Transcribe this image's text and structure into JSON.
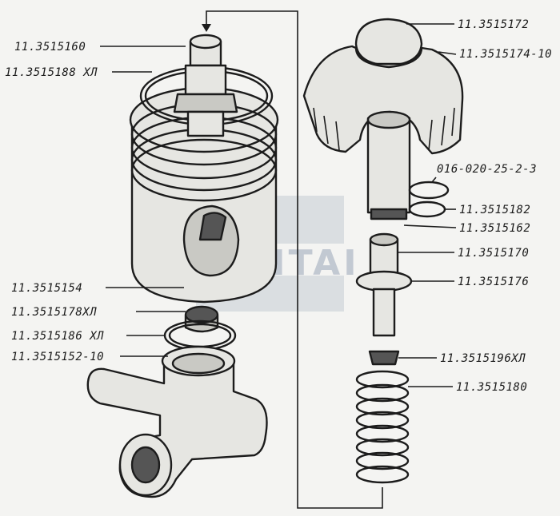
{
  "diagram": {
    "labels": [
      {
        "id": "p160",
        "text": "11.3515160"
      },
      {
        "id": "p188",
        "text": "11.3515188 ХЛ"
      },
      {
        "id": "p154",
        "text": "11.3515154"
      },
      {
        "id": "p178",
        "text": "11.3515178ХЛ"
      },
      {
        "id": "p186",
        "text": "11.3515186 ХЛ"
      },
      {
        "id": "p152",
        "text": "11.3515152-10"
      },
      {
        "id": "p172",
        "text": "11.3515172"
      },
      {
        "id": "p174",
        "text": "11.3515174-10"
      },
      {
        "id": "p016",
        "text": "016-020-25-2-3"
      },
      {
        "id": "p182",
        "text": "11.3515182"
      },
      {
        "id": "p162",
        "text": "11.3515162"
      },
      {
        "id": "p170",
        "text": "11.3515170"
      },
      {
        "id": "p176",
        "text": "11.3515176"
      },
      {
        "id": "p196",
        "text": "11.3515196ХЛ"
      },
      {
        "id": "p180",
        "text": "11.3515180"
      }
    ],
    "watermark": "SENTAI",
    "colors": {
      "ink": "#1c1c1c",
      "paper": "#f4f4f2",
      "watermark": "#9aa6b8"
    }
  }
}
